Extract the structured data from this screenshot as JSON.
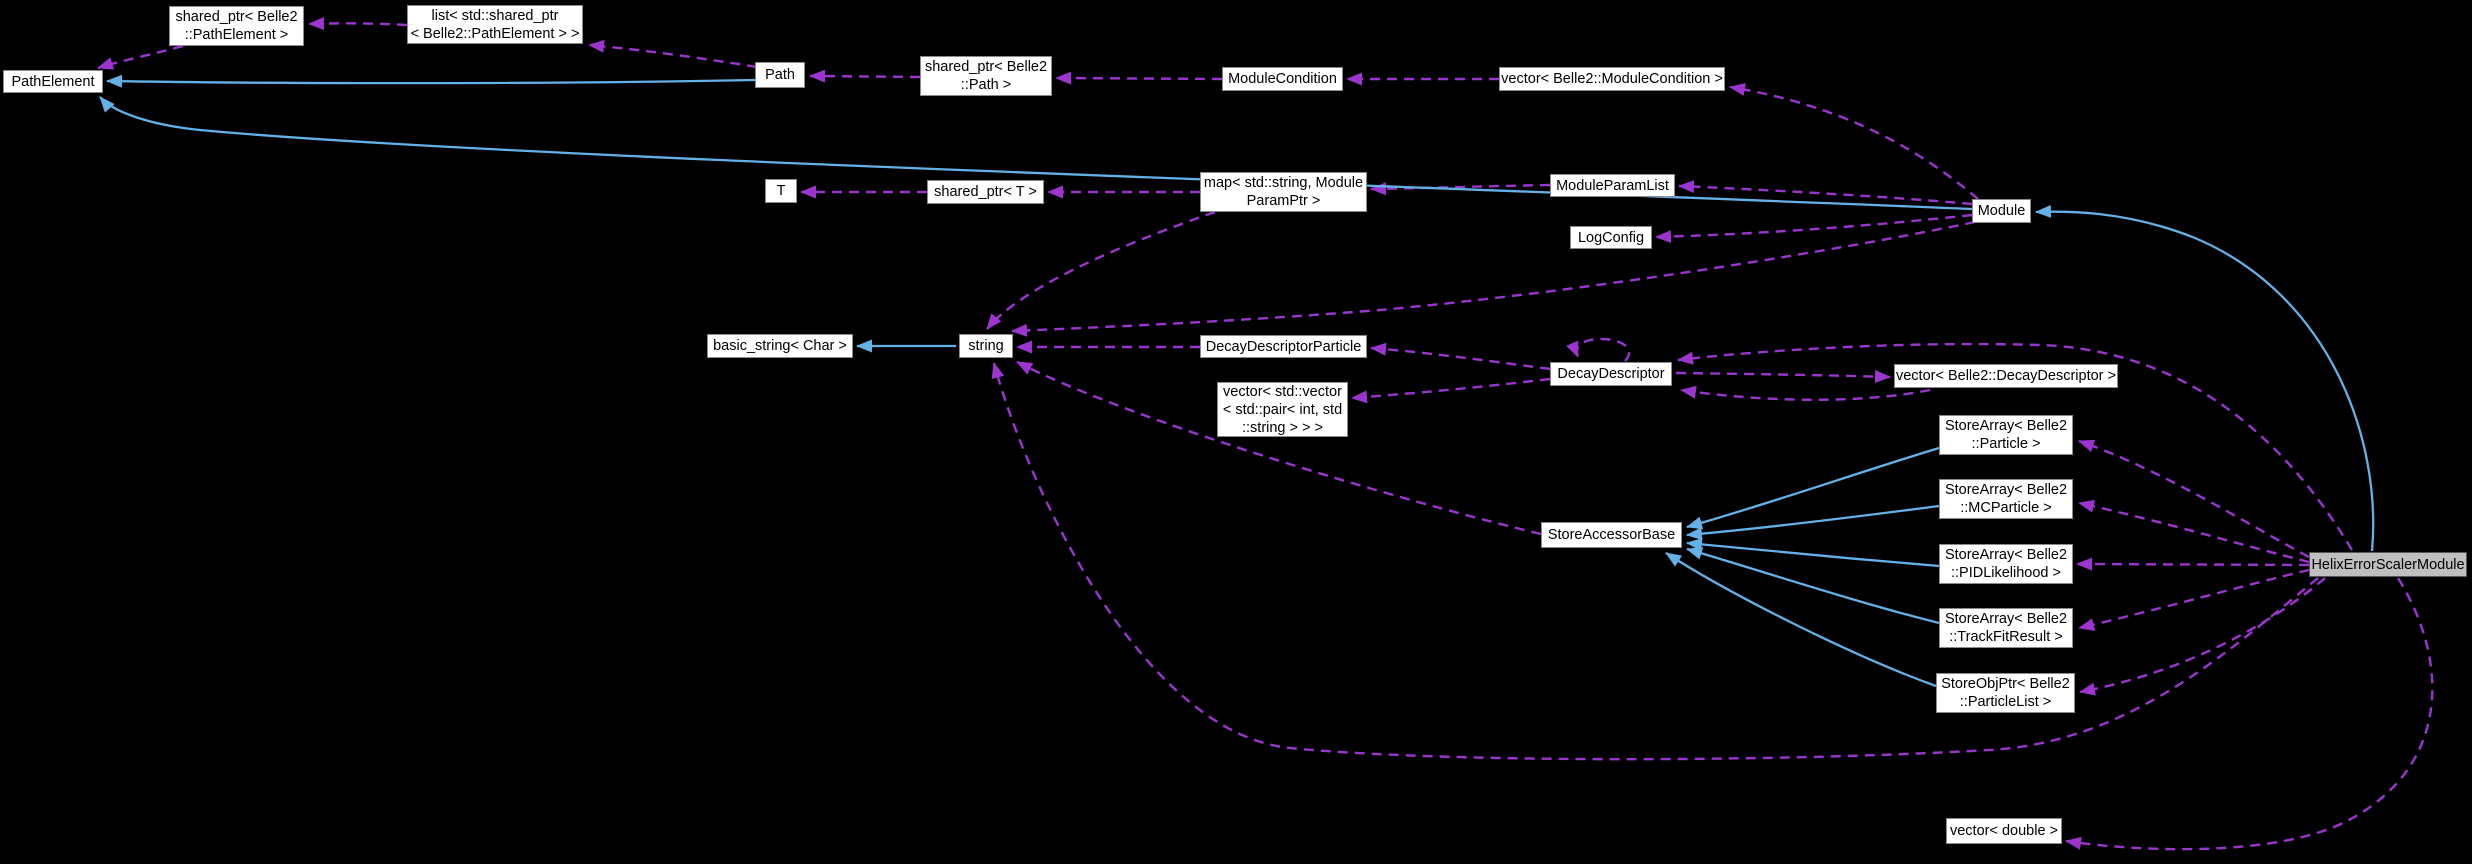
{
  "diagram": {
    "type": "collaboration-graph",
    "colors": {
      "background": "#000000",
      "uses_edge": "#9c35d0",
      "inherit_edge": "#63b1e6",
      "node_fill": "#ffffff",
      "node_border": "#8a8a8a",
      "focus_node_fill": "#bfbfbf"
    },
    "nodes": {
      "sptr_pathelement": {
        "label": "shared_ptr< Belle2\n::PathElement >"
      },
      "list_pathelement": {
        "label": "list< std::shared_ptr\n< Belle2::PathElement > >"
      },
      "pathelement": {
        "label": "PathElement"
      },
      "path": {
        "label": "Path"
      },
      "sptr_path": {
        "label": "shared_ptr< Belle2\n::Path >"
      },
      "modulecondition": {
        "label": "ModuleCondition"
      },
      "vec_modulecondition": {
        "label": "vector< Belle2::ModuleCondition >"
      },
      "module": {
        "label": "Module"
      },
      "t": {
        "label": "T"
      },
      "sptr_t": {
        "label": "shared_ptr< T >"
      },
      "map_moduleparamptr": {
        "label": "map< std::string, Module\nParamPtr >"
      },
      "moduleparamlist": {
        "label": "ModuleParamList"
      },
      "logconfig": {
        "label": "LogConfig"
      },
      "basic_string": {
        "label": "basic_string< Char >"
      },
      "string": {
        "label": "string"
      },
      "decaydescriptorparticle": {
        "label": "DecayDescriptorParticle"
      },
      "vec_pair": {
        "label": "vector< std::vector\n< std::pair< int, std\n::string > > >"
      },
      "decaydescriptor": {
        "label": "DecayDescriptor"
      },
      "vec_decaydescriptor": {
        "label": "vector< Belle2::DecayDescriptor >"
      },
      "storeaccessorbase": {
        "label": "StoreAccessorBase"
      },
      "sa_particle": {
        "label": "StoreArray< Belle2\n::Particle >"
      },
      "sa_mcparticle": {
        "label": "StoreArray< Belle2\n::MCParticle >"
      },
      "sa_pidlikelihood": {
        "label": "StoreArray< Belle2\n::PIDLikelihood >"
      },
      "sa_trackfitresult": {
        "label": "StoreArray< Belle2\n::TrackFitResult >"
      },
      "sop_particlelist": {
        "label": "StoreObjPtr< Belle2\n::ParticleList >"
      },
      "vec_double": {
        "label": "vector< double >"
      },
      "helixerrorscalermodule": {
        "label": "HelixErrorScalerModule"
      }
    },
    "edges": [
      {
        "from": "list_pathelement",
        "to": "sptr_pathelement",
        "style": "uses"
      },
      {
        "from": "sptr_pathelement",
        "to": "pathelement",
        "style": "uses"
      },
      {
        "from": "path",
        "to": "list_pathelement",
        "style": "uses"
      },
      {
        "from": "sptr_path",
        "to": "path",
        "style": "uses"
      },
      {
        "from": "modulecondition",
        "to": "sptr_path",
        "style": "uses"
      },
      {
        "from": "vec_modulecondition",
        "to": "modulecondition",
        "style": "uses"
      },
      {
        "from": "module",
        "to": "vec_modulecondition",
        "style": "uses"
      },
      {
        "from": "sptr_t",
        "to": "t",
        "style": "uses"
      },
      {
        "from": "map_moduleparamptr",
        "to": "sptr_t",
        "style": "uses"
      },
      {
        "from": "moduleparamlist",
        "to": "map_moduleparamptr",
        "style": "uses"
      },
      {
        "from": "module",
        "to": "moduleparamlist",
        "style": "uses"
      },
      {
        "from": "module",
        "to": "logconfig",
        "style": "uses"
      },
      {
        "from": "map_moduleparamptr",
        "to": "string",
        "style": "uses"
      },
      {
        "from": "module",
        "to": "string",
        "style": "uses"
      },
      {
        "from": "decaydescriptorparticle",
        "to": "string",
        "style": "uses"
      },
      {
        "from": "decaydescriptor",
        "to": "decaydescriptorparticle",
        "style": "uses"
      },
      {
        "from": "decaydescriptor",
        "to": "vec_pair",
        "style": "uses"
      },
      {
        "from": "decaydescriptor",
        "to": "decaydescriptor",
        "style": "uses"
      },
      {
        "from": "decaydescriptor",
        "to": "vec_decaydescriptor",
        "style": "uses"
      },
      {
        "from": "vec_decaydescriptor",
        "to": "decaydescriptor",
        "style": "uses"
      },
      {
        "from": "helixerrorscalermodule",
        "to": "decaydescriptor",
        "style": "uses"
      },
      {
        "from": "helixerrorscalermodule",
        "to": "sa_particle",
        "style": "uses"
      },
      {
        "from": "helixerrorscalermodule",
        "to": "sa_mcparticle",
        "style": "uses"
      },
      {
        "from": "helixerrorscalermodule",
        "to": "sa_pidlikelihood",
        "style": "uses"
      },
      {
        "from": "helixerrorscalermodule",
        "to": "sa_trackfitresult",
        "style": "uses"
      },
      {
        "from": "helixerrorscalermodule",
        "to": "sop_particlelist",
        "style": "uses"
      },
      {
        "from": "helixerrorscalermodule",
        "to": "vec_double",
        "style": "uses"
      },
      {
        "from": "helixerrorscalermodule",
        "to": "string",
        "style": "uses"
      },
      {
        "from": "storeaccessorbase",
        "to": "string",
        "style": "uses"
      },
      {
        "from": "string",
        "to": "basic_string",
        "style": "inherit"
      },
      {
        "from": "path",
        "to": "pathelement",
        "style": "inherit"
      },
      {
        "from": "module",
        "to": "pathelement",
        "style": "inherit"
      },
      {
        "from": "sa_particle",
        "to": "storeaccessorbase",
        "style": "inherit"
      },
      {
        "from": "sa_mcparticle",
        "to": "storeaccessorbase",
        "style": "inherit"
      },
      {
        "from": "sa_pidlikelihood",
        "to": "storeaccessorbase",
        "style": "inherit"
      },
      {
        "from": "sa_trackfitresult",
        "to": "storeaccessorbase",
        "style": "inherit"
      },
      {
        "from": "sop_particlelist",
        "to": "storeaccessorbase",
        "style": "inherit"
      },
      {
        "from": "helixerrorscalermodule",
        "to": "module",
        "style": "inherit"
      }
    ]
  }
}
